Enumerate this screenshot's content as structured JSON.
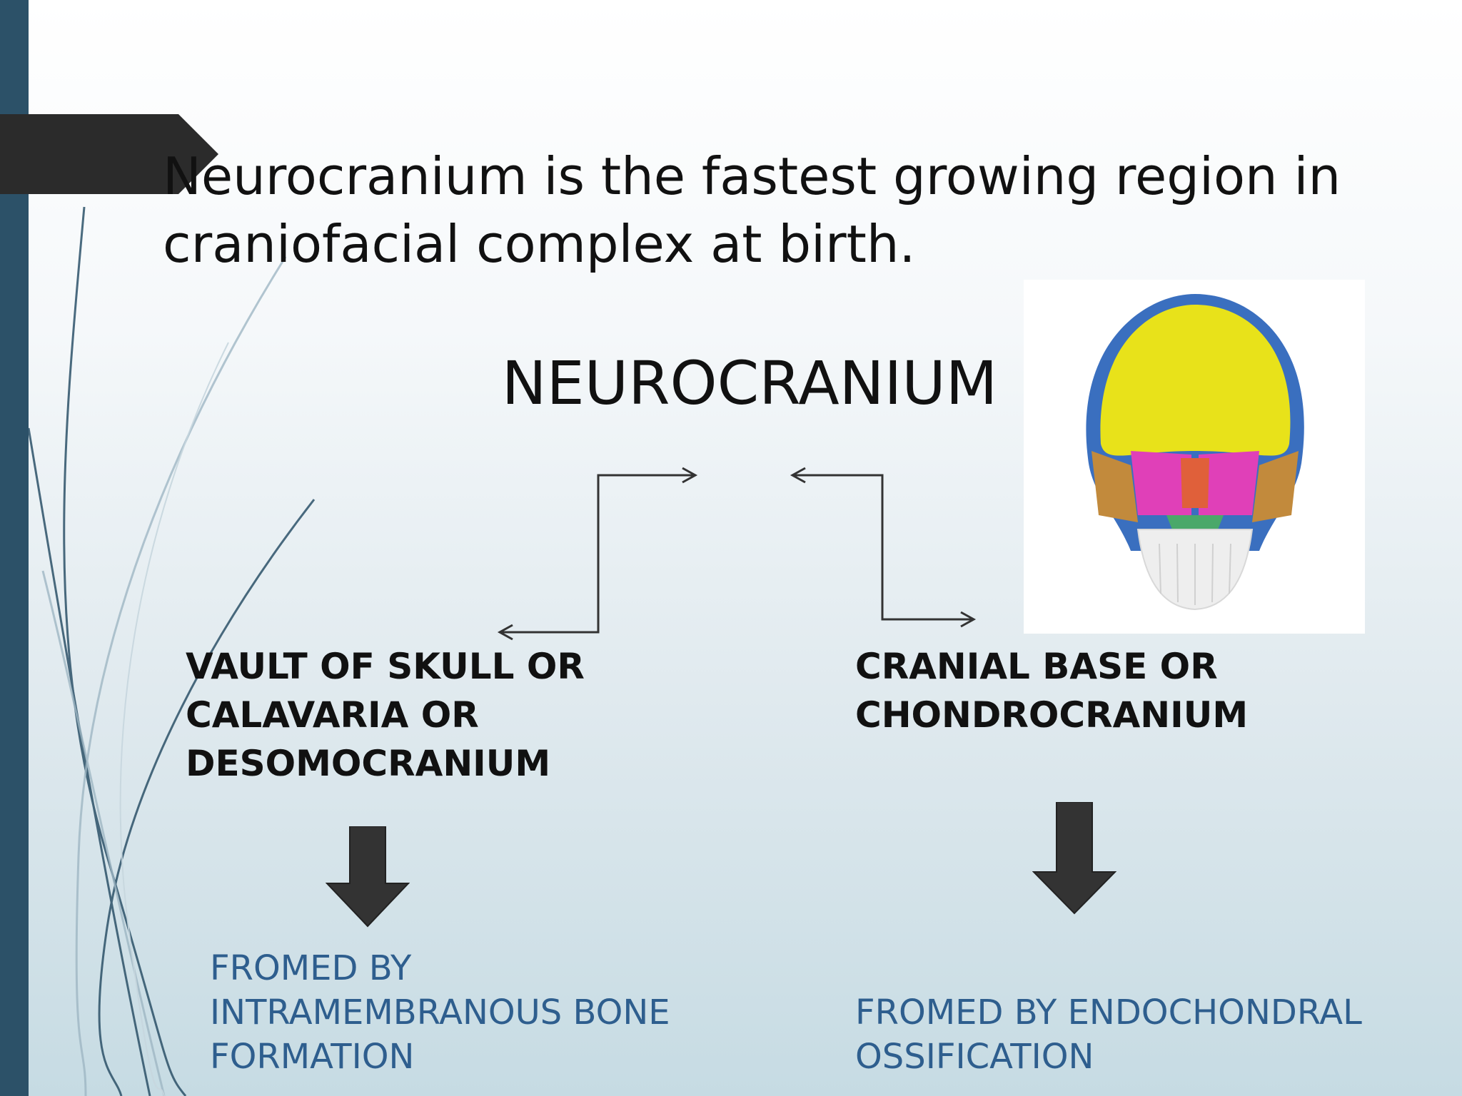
{
  "slide": {
    "headline_line1": "Neurocranium is the fastest growing region in",
    "headline_line2": "craniofacial complex at birth.",
    "center_label": "NEUROCRANIUM",
    "left_branch": "VAULT OF SKULL OR\nCALAVARIA OR\nDESOMOCRANIUM",
    "right_branch": "CRANIAL BASE OR\nCHONDROCRANIUM",
    "left_result": "FROMED BY\nINTRAMEMBRANOUS BONE\nFORMATION",
    "right_result": "FROMED BY ENDOCHONDRAL\nOSSIFICATION"
  },
  "colors": {
    "side_bar": "#2c5168",
    "result_text": "#2e5e8e",
    "arrow_fill": "#333333",
    "skull_vault": "#e8e21a",
    "skull_outline": "#3a6fbf"
  },
  "image": {
    "subject": "colored skull diagram (frontal view)",
    "icon": "skull-image"
  }
}
